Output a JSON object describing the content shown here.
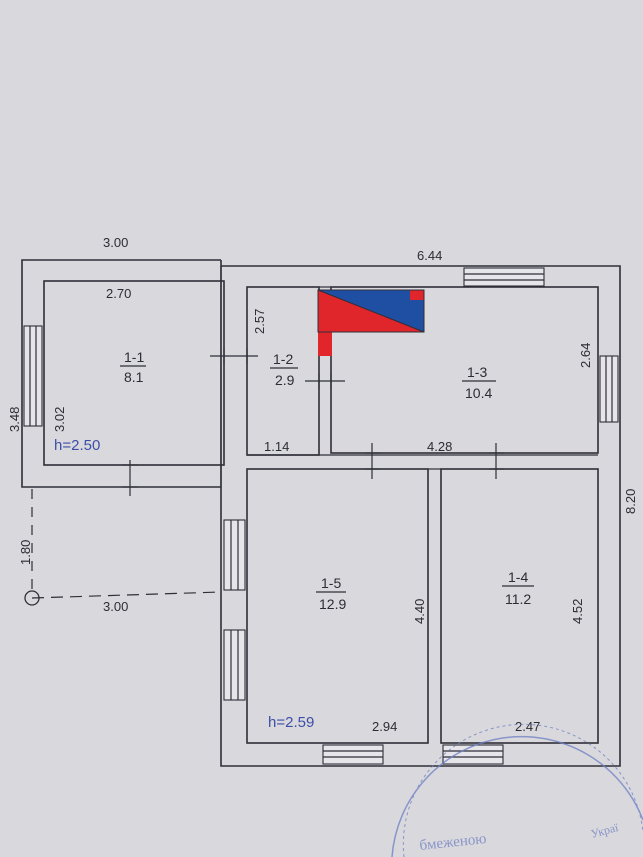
{
  "dimensions": {
    "top_left_width": "3.00",
    "top_right_width": "6.44",
    "room11_inner_width": "2.70",
    "left_outer_height": "3.48",
    "room11_inner_height": "3.02",
    "room12_height": "2.57",
    "room12_width": "1.14",
    "room13_height": "2.64",
    "room13_width": "4.28",
    "right_outer_height": "8.20",
    "porch_depth": "1.80",
    "porch_width": "3.00",
    "room15_height": "4.40",
    "room15_width": "2.94",
    "room14_height": "4.52",
    "room14_width": "2.47"
  },
  "rooms": [
    {
      "id": "1-1",
      "area": "8.1"
    },
    {
      "id": "1-2",
      "area": "2.9"
    },
    {
      "id": "1-3",
      "area": "10.4"
    },
    {
      "id": "1-5",
      "area": "12.9"
    },
    {
      "id": "1-4",
      "area": "11.2"
    }
  ],
  "heights": {
    "h1": "h=2.50",
    "h2": "h=2.59"
  },
  "stamp": {
    "text1": "бмеженою",
    "text2": "Украї"
  },
  "colors": {
    "paper": "#d9d8dc",
    "ink": "#2f2f38",
    "height_text": "#3d4ea8",
    "stove_red": "#e0262b",
    "stove_blue": "#1f4fa3",
    "stamp": "#6d7fc4"
  }
}
